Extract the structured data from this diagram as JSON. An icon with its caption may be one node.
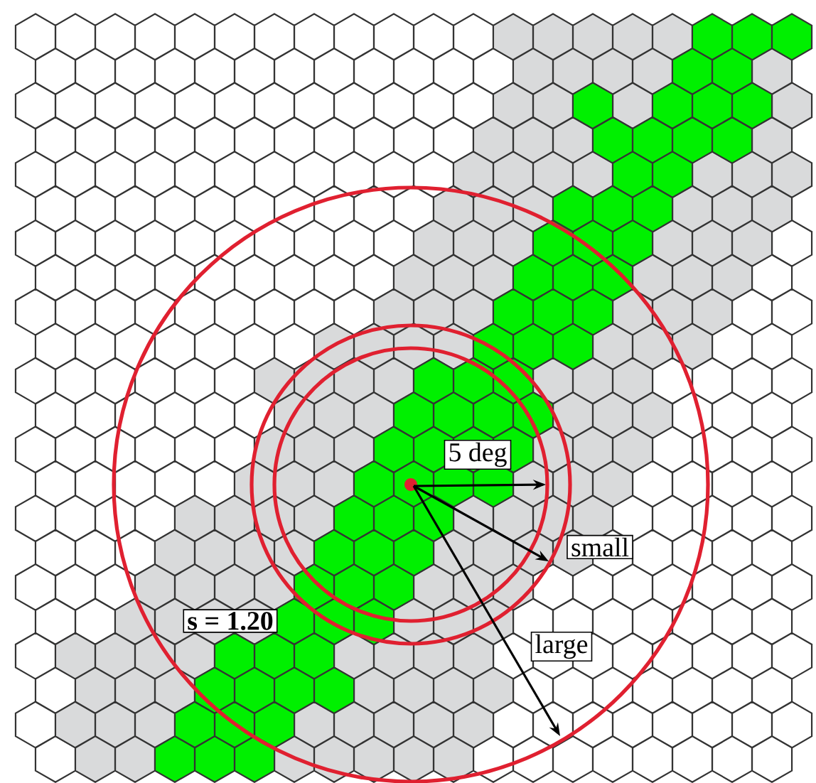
{
  "diagram": {
    "labels": [
      "5 deg",
      "small",
      "large",
      "s = 1.20"
    ]
  }
}
